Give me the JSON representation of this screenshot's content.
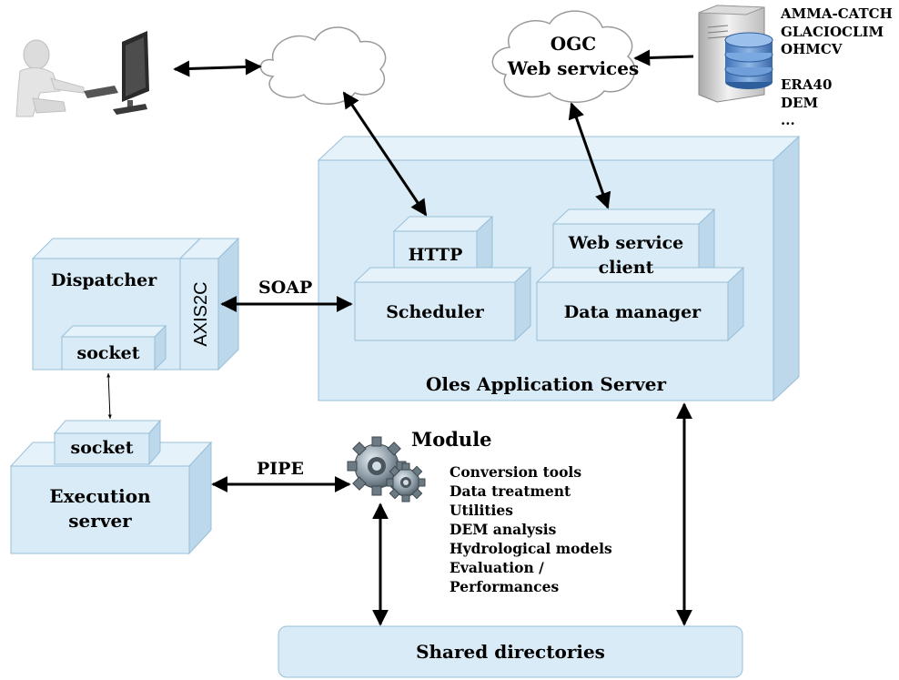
{
  "colors": {
    "box_face": "#d9ebf6",
    "box_side": "#bcd8ea",
    "box_top": "#e6f2fa",
    "box_stroke": "#98bfd9",
    "arrow": "#000000"
  },
  "data_sources": [
    "AMMA-CATCH",
    "GLACIOCLIM",
    "OHMCV",
    "",
    "ERA40",
    "DEM",
    "..."
  ],
  "ogc_cloud": {
    "line1": "OGC",
    "line2": "Web services"
  },
  "server": {
    "title": "Oles Application Server",
    "http": "HTTP",
    "scheduler": "Scheduler",
    "ws_client_line1": "Web service",
    "ws_client_line2": "client",
    "data_manager": "Data manager"
  },
  "dispatcher": {
    "title": "Dispatcher",
    "axis": "AXIS2C",
    "socket": "socket"
  },
  "soap_label": "SOAP",
  "execution": {
    "socket": "socket",
    "line1": "Execution",
    "line2": "server"
  },
  "pipe_label": "PIPE",
  "module": {
    "title": "Module",
    "items": [
      "Conversion tools",
      "Data treatment",
      "Utilities",
      "DEM analysis",
      "Hydrological models",
      "Evaluation /",
      "Performances"
    ]
  },
  "shared": "Shared directories",
  "icons": [
    "user-at-computer-icon",
    "cloud-icon",
    "database-server-icon",
    "gears-icon"
  ]
}
